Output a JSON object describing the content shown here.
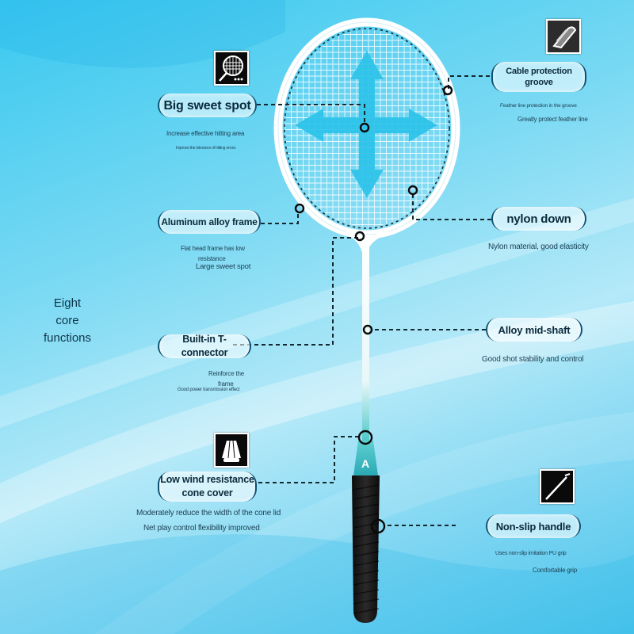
{
  "colors": {
    "accent": "#0d4f70",
    "arrow": "#2cc3ea",
    "handle": "#161616",
    "shaft_accent": "#3fc6c9"
  },
  "side_heading": [
    "Eight",
    "core",
    "functions"
  ],
  "features": {
    "sweet_spot": {
      "label": "Big sweet spot",
      "desc": [
        "Increase effective hitting area",
        "Improve the tolerance of hitting errors"
      ],
      "icon": "racket-head-icon"
    },
    "frame": {
      "label": "Aluminum alloy frame",
      "desc": [
        "Flat head frame has low",
        "resistance",
        "Large sweet spot"
      ]
    },
    "t_connector": {
      "label": "Built-in T-connector",
      "desc": [
        "Reinforce the",
        "frame",
        "Good power transmission effect"
      ]
    },
    "cone_cover": {
      "label": [
        "Low wind resistance",
        "cone cover"
      ],
      "desc": [
        "Moderately reduce the width of the cone lid",
        "Net play control flexibility improved"
      ],
      "icon": "shuttlecock-icon"
    },
    "groove": {
      "label": [
        "Cable protection",
        "groove"
      ],
      "desc": [
        "Feather line protection in the groove",
        "Greatly protect feather line"
      ],
      "icon": "grommet-icon"
    },
    "nylon": {
      "label": "nylon down",
      "desc": [
        "Nylon material, good elasticity"
      ]
    },
    "mid_shaft": {
      "label": "Alloy mid-shaft",
      "desc": [
        "Good shot stability and control"
      ]
    },
    "handle": {
      "label": "Non-slip handle",
      "desc": [
        "Uses non-slip imitation PU grip",
        "Comfortable grip"
      ],
      "icon": "racket-shaft-icon"
    }
  }
}
